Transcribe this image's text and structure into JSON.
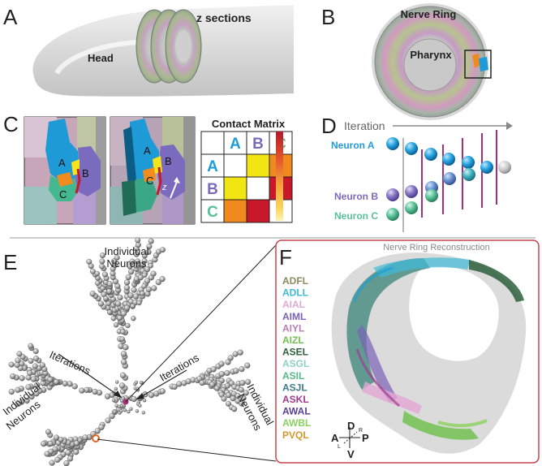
{
  "panels": {
    "a": {
      "letter": "A",
      "z_sections": "z sections",
      "head": "Head"
    },
    "b": {
      "letter": "B",
      "nerve_ring": "Nerve Ring",
      "pharynx": "Pharynx"
    },
    "c": {
      "letter": "C",
      "title": "Contact Matrix",
      "labels_left": [
        "A",
        "B",
        "C"
      ],
      "labels_right": [
        "A",
        "B",
        "C",
        "z"
      ],
      "matrix": {
        "cols": [
          "A",
          "B",
          "C"
        ],
        "rows": [
          "A",
          "B",
          "C"
        ],
        "cells": [
          [
            "#ffffff",
            "#f1e614",
            "#f08a1e"
          ],
          [
            "#f1e614",
            "#ffffff",
            "#c8182a"
          ],
          [
            "#f08a1e",
            "#c8182a",
            "#ffffff"
          ]
        ]
      },
      "colorbar": [
        "#b3192b",
        "#e5532c",
        "#f5a33a",
        "#fbd25a",
        "#fff4b0"
      ]
    },
    "d": {
      "letter": "D",
      "iteration": "Iteration",
      "neurons": [
        {
          "name": "Neuron A",
          "color": "#1f9cd8"
        },
        {
          "name": "Neuron B",
          "color": "#7c6bb8"
        },
        {
          "name": "Neuron C",
          "color": "#5bbf9a"
        }
      ]
    },
    "e": {
      "letter": "E",
      "individual_neurons_top": [
        "Individual",
        "Neurons"
      ],
      "iterations": "Iterations",
      "individual_neurons_right": [
        "Individual",
        "Neurons"
      ],
      "individual_neurons_left": [
        "Individual",
        "Neurons"
      ]
    },
    "f": {
      "letter": "F",
      "title": "Nerve Ring Reconstruction",
      "neurons": [
        {
          "name": "ADFL",
          "color": "#8c8a5e"
        },
        {
          "name": "ADLL",
          "color": "#3ebad8"
        },
        {
          "name": "AIAL",
          "color": "#e3a8d4"
        },
        {
          "name": "AIML",
          "color": "#7a62b6"
        },
        {
          "name": "AIYL",
          "color": "#b87fb0"
        },
        {
          "name": "AIZL",
          "color": "#72c152"
        },
        {
          "name": "ASEL",
          "color": "#2c5e3a"
        },
        {
          "name": "ASGL",
          "color": "#8fd1c2"
        },
        {
          "name": "ASIL",
          "color": "#56b98a"
        },
        {
          "name": "ASJL",
          "color": "#3f7b8c"
        },
        {
          "name": "ASKL",
          "color": "#a13a8e"
        },
        {
          "name": "AWAL",
          "color": "#5a3e98"
        },
        {
          "name": "AWBL",
          "color": "#8bd15e"
        },
        {
          "name": "PVQL",
          "color": "#d6972e"
        }
      ],
      "axes": {
        "d": "D",
        "v": "V",
        "a": "A",
        "p": "P",
        "r": "R",
        "l": "L"
      }
    }
  }
}
